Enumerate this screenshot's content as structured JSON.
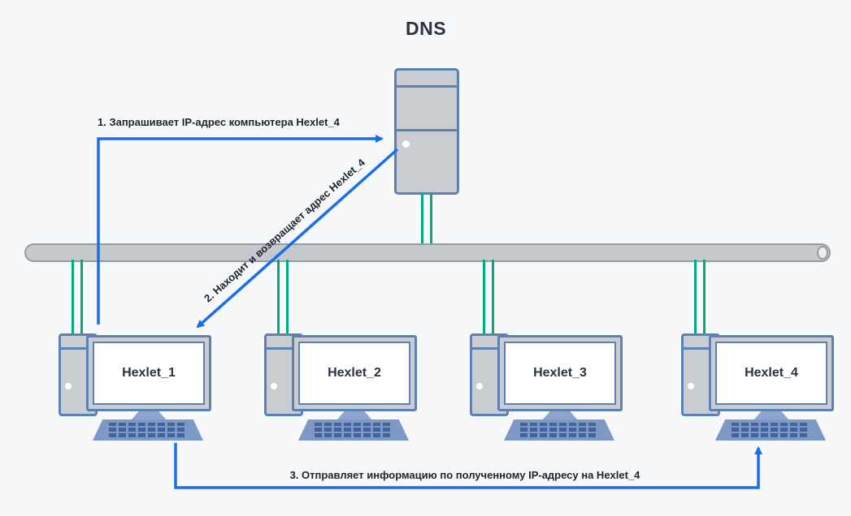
{
  "title": "DNS",
  "computers": [
    {
      "label": "Hexlet_1"
    },
    {
      "label": "Hexlet_2"
    },
    {
      "label": "Hexlet_3"
    },
    {
      "label": "Hexlet_4"
    }
  ],
  "arrows": {
    "step1": "1. Запрашивает IP-адрес компьютера Hexlet_4",
    "step2": "2. Находит и возвращает адрес Hexlet_4",
    "step3": "3. Отправляет информацию по полученному IP-адресу на Hexlet_4"
  },
  "icons": {
    "server_led": "power-led",
    "tower_led": "power-led"
  },
  "colors": {
    "arrow": "#1a6ee8",
    "cable": "#00aa7e",
    "device_fill": "#c9ccd1",
    "device_border": "#5d81b1",
    "keyboard": "#7e99c6",
    "keys": "#41649f",
    "bus_fill": "#c6c9cd",
    "bus_border": "#969ca4",
    "background": "#f7f8fa",
    "text": "#1c2430"
  }
}
